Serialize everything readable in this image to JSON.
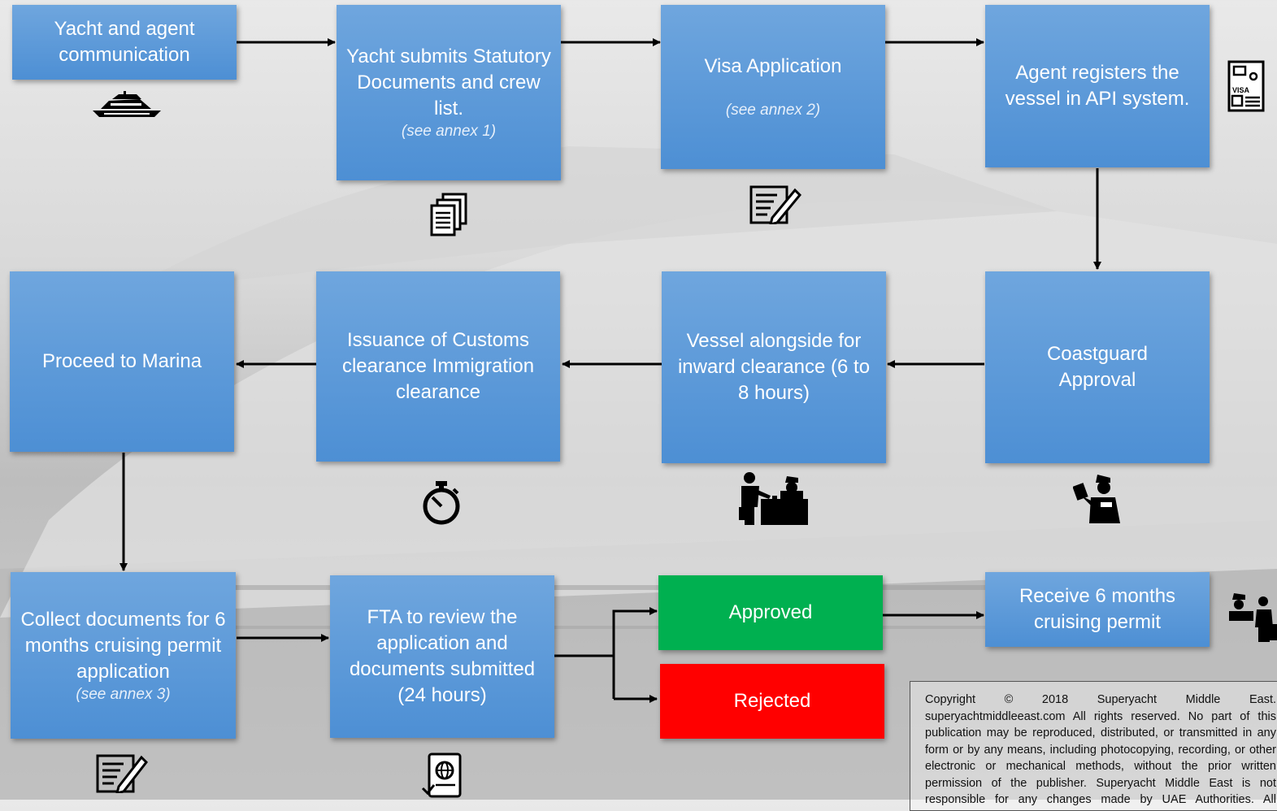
{
  "boxes": {
    "b1": {
      "text": "Yacht and agent communication"
    },
    "b2": {
      "text": "Yacht submits Statutory Documents and crew list.",
      "note": "(see annex 1)"
    },
    "b3": {
      "text": "Visa Application",
      "note": "(see annex 2)"
    },
    "b4": {
      "text": "Agent registers the vessel in API system."
    },
    "b5": {
      "text": "Coastguard Approval"
    },
    "b6": {
      "text": "Vessel alongside for inward clearance (6 to 8 hours)"
    },
    "b7": {
      "text": "Issuance of Customs clearance Immigration clearance"
    },
    "b8": {
      "text": "Proceed to Marina"
    },
    "b9": {
      "text": "Collect documents for 6 months cruising permit application",
      "note": "(see annex 3)"
    },
    "b10": {
      "text": "FTA to review the application and documents submitted (24 hours)"
    },
    "b11": {
      "text": "Approved"
    },
    "b12": {
      "text": "Rejected"
    },
    "b13": {
      "text": "Receive 6 months cruising permit"
    }
  },
  "icons": {
    "yacht": "yacht-icon",
    "documents": "documents-icon",
    "form": "form-edit-icon",
    "visa": "visa-card-icon",
    "officer": "coastguard-officer-icon",
    "customs": "customs-desk-icon",
    "timer": "stopwatch-icon",
    "passport": "passport-approval-icon",
    "permit": "permit-officer-icon"
  },
  "colors": {
    "box": "#4d8fd4",
    "approved": "#00b050",
    "rejected": "#ff0000"
  },
  "copyright": "Copyright © 2018 Superyacht Middle East. superyachtmiddleeast.com All rights reserved. No part of this publication may be reproduced, distributed, or transmitted in any form or by any means, including photocopying, recording, or other electronic or mechanical methods, without the prior written permission of the publisher. Superyacht Middle East is not responsible for any changes made by UAE Authorities. All information above are subject to change without prior notice."
}
